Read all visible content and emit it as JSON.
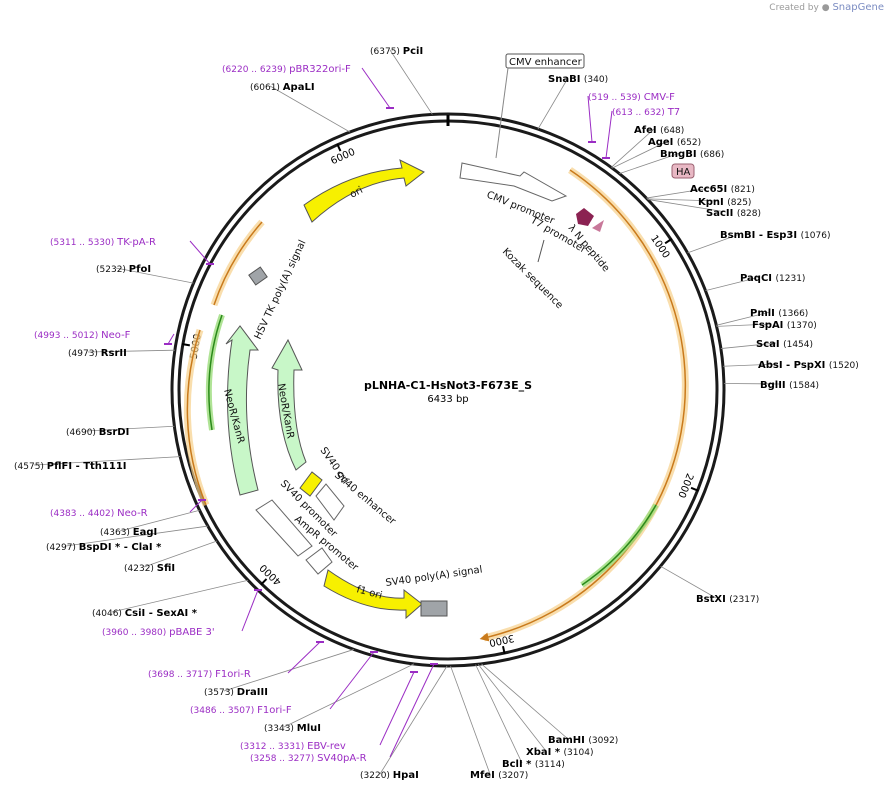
{
  "watermark": {
    "prefix": "Created by",
    "brand": "SnapGene"
  },
  "plasmid": {
    "name": "pLNHA-C1-HsNot3-F673E_S",
    "length": "6433 bp"
  },
  "ring_ticks": [
    {
      "value": 1000,
      "label": "1000"
    },
    {
      "value": 2000,
      "label": "2000"
    },
    {
      "value": 3000,
      "label": "3000"
    },
    {
      "value": 4000,
      "label": "4000"
    },
    {
      "value": 5000,
      "label": "5000"
    },
    {
      "value": 6000,
      "label": "6000"
    }
  ],
  "restriction_sites": [
    {
      "name": "PciI",
      "pos": "(6375)",
      "bp": 6375
    },
    {
      "name": "SnaBI",
      "pos": "(340)",
      "bp": 340
    },
    {
      "name": "AfeI",
      "pos": "(648)",
      "bp": 648
    },
    {
      "name": "AgeI",
      "pos": "(652)",
      "bp": 652
    },
    {
      "name": "BmgBI",
      "pos": "(686)",
      "bp": 686
    },
    {
      "name": "Acc65I",
      "pos": "(821)",
      "bp": 821
    },
    {
      "name": "KpnI",
      "pos": "(825)",
      "bp": 825
    },
    {
      "name": "SacII",
      "pos": "(828)",
      "bp": 828
    },
    {
      "name": "BsmBI - Esp3I",
      "pos": "(1076)",
      "bp": 1076
    },
    {
      "name": "PaqCI",
      "pos": "(1231)",
      "bp": 1231
    },
    {
      "name": "PmlI",
      "pos": "(1366)",
      "bp": 1366
    },
    {
      "name": "FspAI",
      "pos": "(1370)",
      "bp": 1370
    },
    {
      "name": "ScaI",
      "pos": "(1454)",
      "bp": 1454
    },
    {
      "name": "AbsI - PspXI",
      "pos": "(1520)",
      "bp": 1520
    },
    {
      "name": "BglII",
      "pos": "(1584)",
      "bp": 1584
    },
    {
      "name": "BstXI",
      "pos": "(2317)",
      "bp": 2317
    },
    {
      "name": "BamHI",
      "pos": "(3092)",
      "bp": 3092
    },
    {
      "name": "XbaI *",
      "pos": "(3104)",
      "bp": 3104
    },
    {
      "name": "BclI *",
      "pos": "(3114)",
      "bp": 3114
    },
    {
      "name": "MfeI",
      "pos": "(3207)",
      "bp": 3207
    },
    {
      "name": "HpaI",
      "pos": "(3220)",
      "bp": 3220
    },
    {
      "name": "MluI",
      "pos": "(3343)",
      "bp": 3343
    },
    {
      "name": "DraIII",
      "pos": "(3573)",
      "bp": 3573
    },
    {
      "name": "CsiI - SexAI *",
      "pos": "(4046)",
      "bp": 4046
    },
    {
      "name": "SfiI",
      "pos": "(4232)",
      "bp": 4232
    },
    {
      "name": "BspDI * - ClaI *",
      "pos": "(4297)",
      "bp": 4297
    },
    {
      "name": "EagI",
      "pos": "(4363)",
      "bp": 4363
    },
    {
      "name": "PflFI - Tth111I",
      "pos": "(4575)",
      "bp": 4575
    },
    {
      "name": "BsrDI",
      "pos": "(4690)",
      "bp": 4690
    },
    {
      "name": "RsrII",
      "pos": "(4973)",
      "bp": 4973
    },
    {
      "name": "PfoI",
      "pos": "(5232)",
      "bp": 5232
    },
    {
      "name": "ApaLI",
      "pos": "(6061)",
      "bp": 6061
    }
  ],
  "primers": [
    {
      "name": "pBR322ori-F",
      "range": "(6220 .. 6239)"
    },
    {
      "name": "CMV-F",
      "range": "(519 .. 539)"
    },
    {
      "name": "T7",
      "range": "(613 .. 632)"
    },
    {
      "name": "TK-pA-R",
      "range": "(5311 .. 5330)"
    },
    {
      "name": "Neo-F",
      "range": "(4993 .. 5012)"
    },
    {
      "name": "Neo-R",
      "range": "(4383 .. 4402)"
    },
    {
      "name": "pBABE 3'",
      "range": "(3960 .. 3980)"
    },
    {
      "name": "F1ori-R",
      "range": "(3698 .. 3717)"
    },
    {
      "name": "F1ori-F",
      "range": "(3486 .. 3507)"
    },
    {
      "name": "EBV-rev",
      "range": "(3312 .. 3331)"
    },
    {
      "name": "SV40pA-R",
      "range": "(3258 .. 3277)"
    }
  ],
  "features": {
    "cmv_enhancer": "CMV enhancer",
    "cmv_promoter": "CMV promoter",
    "t7_promoter": "T7 promoter",
    "lambda_n": "λ N peptide",
    "kozak": "Kozak sequence",
    "ha": "HA",
    "ori": "ori",
    "hsv_tk": "HSV TK poly(A) signal",
    "neor_outer": "NeoR/KanR",
    "neor_inner": "NeoR/KanR",
    "sv40_ori": "SV40 ori",
    "sv40_enhancer": "SV40 enhancer",
    "sv40_promoter": "SV40 promoter",
    "ampr_promoter": "AmpR promoter",
    "f1_ori": "f1 ori",
    "sv40_polya": "SV40 poly(A) signal"
  },
  "colors": {
    "backbone": "#1a1a1a",
    "primer": "#9b2dc4",
    "insert_orange": "#f0b35a",
    "ori_yellow": "#f7f000",
    "neo_green": "#c8f7c8",
    "gray": "#a0a4a8",
    "ha_pink": "#e8b8c4",
    "lambda": "#8b2252"
  }
}
